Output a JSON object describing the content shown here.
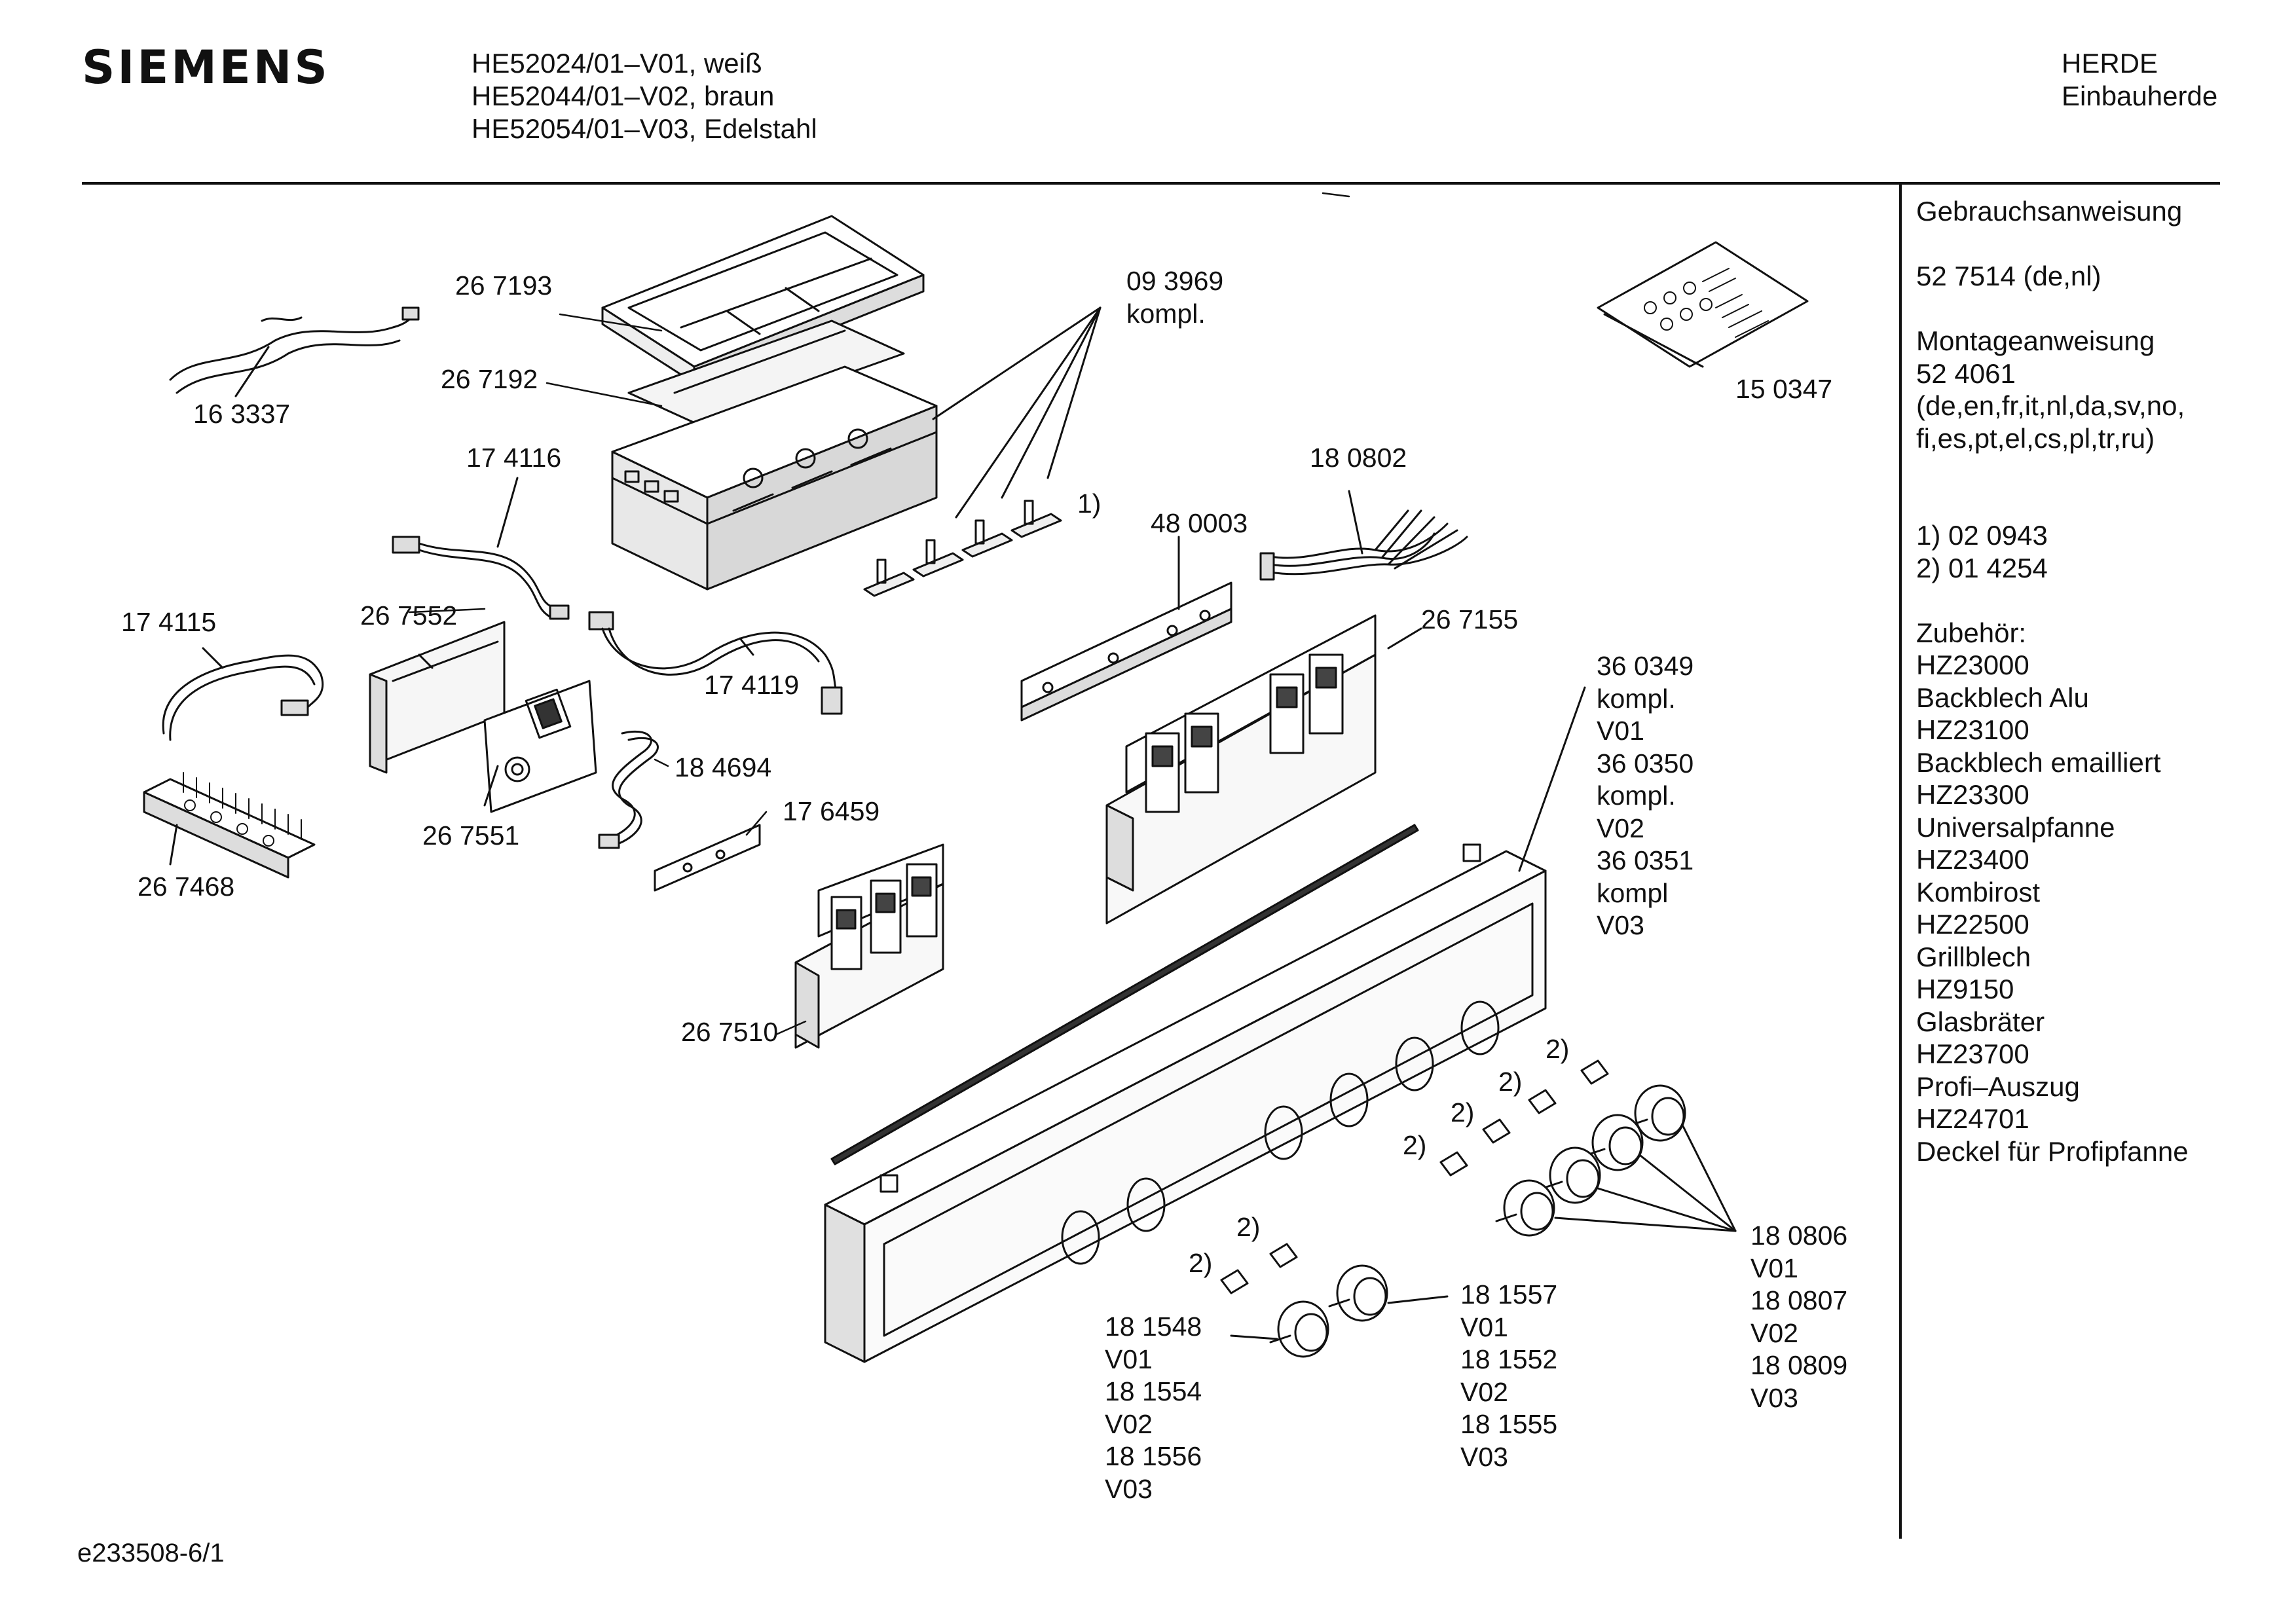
{
  "header": {
    "brand": "SIEMENS",
    "models": [
      "HE52024/01–V01, weiß",
      "HE52044/01–V02, braun",
      "HE52054/01–V03, Edelstahl"
    ],
    "category": [
      "HERDE",
      "Einbauherde"
    ]
  },
  "sidebar": {
    "lines": [
      "Gebrauchsanweisung",
      "",
      "52 7514  (de,nl)",
      "",
      "Montageanweisung",
      "52 4061",
      "(de,en,fr,it,nl,da,sv,no,",
      "fi,es,pt,el,cs,pl,tr,ru)",
      "",
      "",
      "1) 02 0943",
      "2) 01 4254",
      "",
      "Zubehör:",
      "HZ23000",
      "Backblech Alu",
      "HZ23100",
      "Backblech emailliert",
      "HZ23300",
      "Universalpfanne",
      "HZ23400",
      "Kombirost",
      "HZ22500",
      "Grillblech",
      "HZ9150",
      "Glasbräter",
      "HZ23700",
      "Profi–Auszug",
      "HZ24701",
      "Deckel für Profipfanne"
    ]
  },
  "parts": {
    "p267193": "26 7193",
    "p093969": "09 3969\nkompl.",
    "p163337": "16 3337",
    "p267192": "26 7192",
    "p150347": "15 0347",
    "p174116": "17 4116",
    "p180802": "18 0802",
    "p480003": "48 0003",
    "note1": "1)",
    "p174115": "17 4115",
    "p267552": "26 7552",
    "p267155": "26 7155",
    "p174119": "17 4119",
    "p184694": "18 4694",
    "p176459": "17 6459",
    "p267551": "26 7551",
    "p267468": "26 7468",
    "p267510": "26 7510",
    "p360349": "36 0349\nkompl.\nV01\n36 0350\nkompl.\nV02\n36 0351\nkompl\nV03",
    "note2a": "2)",
    "note2b": "2)",
    "note2c": "2)",
    "note2d": "2)",
    "note2e": "2)",
    "note2f": "2)",
    "p180806": "18 0806\nV01\n18 0807\nV02\n18 0809\nV03",
    "p181557": "18 1557\nV01\n18 1552\nV02\n18 1555\nV03",
    "p181548": "18 1548\nV01\n18 1554\nV02\n18 1556\nV03"
  },
  "footer": {
    "code": "e233508-6/1"
  }
}
